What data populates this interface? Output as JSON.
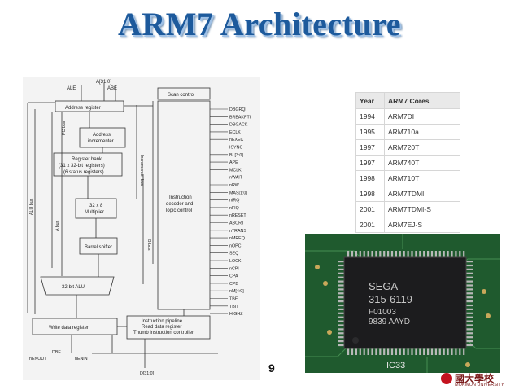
{
  "slide": {
    "title": "ARM7 Architecture",
    "page_number": "9"
  },
  "diagram": {
    "top_labels": {
      "ale": "ALE",
      "addr_bus": "A[31:0]",
      "abe": "ABE"
    },
    "blocks": {
      "address_register": "Address register",
      "address_incrementer_1": "Address",
      "address_incrementer_2": "incrementer",
      "register_bank_1": "Register bank",
      "register_bank_2": "(31 x 32-bit registers)",
      "register_bank_3": "(6 status registers)",
      "multiplier_1": "32 x 8",
      "multiplier_2": "Multiplier",
      "barrel_shifter": "Barrel shifter",
      "alu": "32-bit ALU",
      "write_data_register": "Write data register",
      "scan_control": "Scan control",
      "decoder_1": "Instruction",
      "decoder_2": "decoder and",
      "decoder_3": "logic control",
      "pipeline_1": "Instruction pipeline",
      "pipeline_2": "Read data register",
      "pipeline_3": "Thumb instruction controller"
    },
    "bus_labels": {
      "pc_bus": "PC bus",
      "incrementer_bus": "Incrementer bus",
      "alu_bus": "ALU bus",
      "a_bus": "A bus",
      "b_bus": "B bus"
    },
    "signals": [
      "DBGRQI",
      "BREAKPTI",
      "DBGACK",
      "ECLK",
      "nEXEC",
      "ISYNC",
      "BL[3:0]",
      "APE",
      "MCLK",
      "nWAIT",
      "nRW",
      "MAS[1:0]",
      "nIRQ",
      "nFIQ",
      "nRESET",
      "ABORT",
      "nTRANS",
      "nMREQ",
      "nOPC",
      "SEQ",
      "LOCK",
      "nCPI",
      "CPA",
      "CPB",
      "nM[4:0]",
      "TBE",
      "TBIT",
      "HIGHZ"
    ],
    "bottom_labels": {
      "nenout": "nENOUT",
      "dbe": "DBE",
      "nenin": "nENIN",
      "data_bus": "D[31:0]"
    }
  },
  "cores_table": {
    "headers": [
      "Year",
      "ARM7 Cores"
    ],
    "rows": [
      [
        "1994",
        "ARM7DI"
      ],
      [
        "1995",
        "ARM710a"
      ],
      [
        "1997",
        "ARM720T"
      ],
      [
        "1997",
        "ARM740T"
      ],
      [
        "1998",
        "ARM710T"
      ],
      [
        "1998",
        "ARM7TDMI"
      ],
      [
        "2001",
        "ARM7TDMI-S"
      ],
      [
        "2001",
        "ARM7EJ-S"
      ]
    ]
  },
  "chip_photo": {
    "marking_1": "SEGA",
    "marking_2": "315-6119",
    "marking_3": "F01003",
    "marking_4": "9839 AAYD",
    "board_label": "IC33"
  },
  "logo": {
    "korean": "國大學校",
    "english": "MOKWON UNIVERSITY"
  },
  "colors": {
    "title": "#1d5a9c",
    "pcb": "#1f5a2e",
    "chip": "#1c1c1e",
    "logo": "#c4121f"
  }
}
